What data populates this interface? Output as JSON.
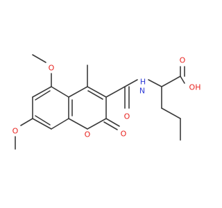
{
  "structure": {
    "colors": {
      "bond": "#3a3a3a",
      "oxygen": "#e8231f",
      "nitrogen": "#2d3ad6"
    },
    "labels": {
      "o_methoxy_top": "O",
      "o_methoxy_left": "O",
      "o_ring": "O",
      "o_lactone_carbonyl": "O",
      "o_amide": "O",
      "n_amide": "N",
      "h_amide": "H",
      "o_acid_carbonyl": "O",
      "oh_acid": "OH"
    }
  }
}
